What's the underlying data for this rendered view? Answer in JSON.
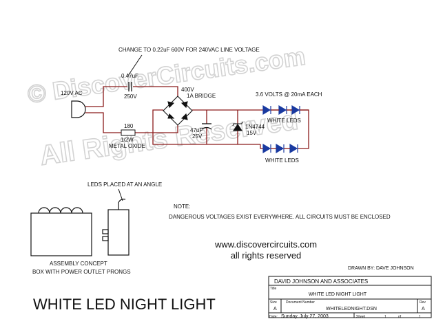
{
  "header_note": "CHANGE TO 0.22uF 600V FOR 240VAC LINE VOLTAGE",
  "source": {
    "label": "120V AC"
  },
  "cap1": {
    "value": "0.47uF",
    "voltage": "250V"
  },
  "resistor": {
    "value": "180",
    "power": "1/2W",
    "type": "METAL OXIDE"
  },
  "bridge": {
    "voltage": "400V",
    "label": "1A BRIDGE"
  },
  "cap2": {
    "value": "47uF",
    "voltage": "25V"
  },
  "zener": {
    "part": "1N4744",
    "voltage": "15V"
  },
  "leds": {
    "spec": "3.6 VOLTS @ 20mA EACH",
    "top_label": "WHITE LEDS",
    "bottom_label": "WHITE LEDS"
  },
  "assembly": {
    "angle_label": "LEDS PLACED AT AN ANGLE",
    "concept": "ASSEMBLY CONCEPT",
    "prongs": "BOX WITH POWER OUTLET PRONGS"
  },
  "note": {
    "title": "NOTE:",
    "text": "DANGEROUS VOLTAGES EXIST EVERYWHERE.  ALL CIRCUITS MUST BE ENCLOSED"
  },
  "website": {
    "url": "www.discovercircuits.com",
    "rights": "all rights reserved"
  },
  "watermark": {
    "line1": "© DiscoverCircuits.com",
    "line2": "All Rights Reserved"
  },
  "drawn_by": "DRAWN BY: DAVE JOHNSON",
  "main_title": "WHITE LED NIGHT LIGHT",
  "title_block": {
    "company": "DAVID JOHNSON AND ASSOCIATES",
    "title_label": "Title",
    "title": "WHITE LED NIGHT LIGHT",
    "size_label": "Size",
    "size": "A",
    "doc_label": "Document Number",
    "doc": "WHITELEDNIGHT.DSN",
    "rev_label": "Rev",
    "rev": "A",
    "date_label": "Date:",
    "date": "Sunday, July 27, 2003",
    "sheet_label": "Sheet",
    "sheet": "1",
    "of_label": "of",
    "of": "1"
  },
  "colors": {
    "wire": "#8a1a1a",
    "led": "#1a3aa0",
    "ink": "#111111",
    "watermark": "#c8c8c8"
  }
}
